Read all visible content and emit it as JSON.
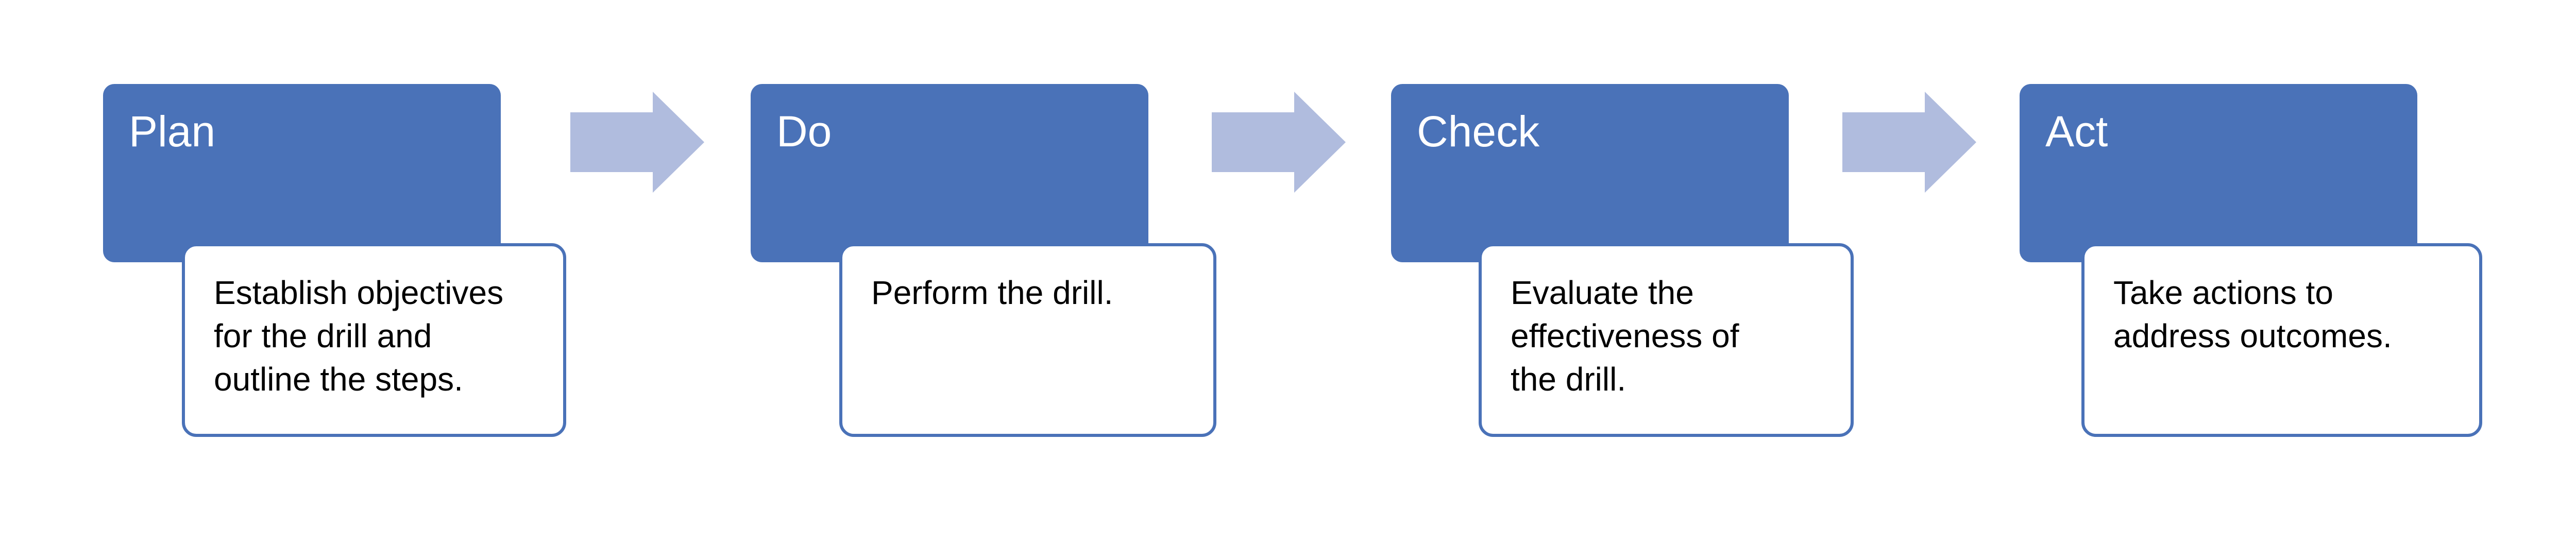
{
  "colors": {
    "phase_fill": "#4a72b8",
    "detail_border": "#4a72b8",
    "arrow_fill": "#b0bcde",
    "text_on_phase": "#ffffff",
    "text_detail": "#000000"
  },
  "steps": [
    {
      "title": "Plan",
      "detail": "Establish objectives\n for the drill and\n outline the steps."
    },
    {
      "title": "Do",
      "detail": "Perform the drill."
    },
    {
      "title": "Check",
      "detail": "Evaluate the\n effectiveness of\n the drill."
    },
    {
      "title": "Act",
      "detail": "Take actions to\n address outcomes."
    }
  ],
  "arrows": [
    {
      "icon": "right-arrow-icon"
    },
    {
      "icon": "right-arrow-icon"
    },
    {
      "icon": "right-arrow-icon"
    }
  ]
}
